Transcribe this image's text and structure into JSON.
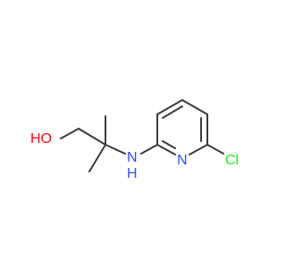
{
  "molecule": {
    "atoms": {
      "hydroxyl": "HO",
      "amine_n": "N",
      "amine_h": "H",
      "ring_n": "N",
      "chlorine": "Cl"
    },
    "colors": {
      "bond": "#3a3a3a",
      "oxygen": "#ff0d0d",
      "nitrogen": "#3050f8",
      "chlorine": "#1ff01f"
    }
  }
}
